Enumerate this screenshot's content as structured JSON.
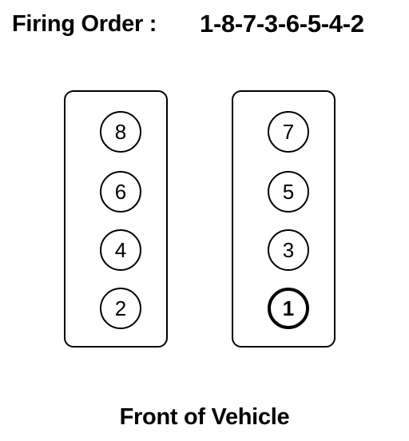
{
  "header": {
    "label": "Firing Order :",
    "sequence": "1-8-7-3-6-5-4-2"
  },
  "banks": {
    "left": {
      "cylinders": [
        {
          "number": "8",
          "emphasized": false
        },
        {
          "number": "6",
          "emphasized": false
        },
        {
          "number": "4",
          "emphasized": false
        },
        {
          "number": "2",
          "emphasized": false
        }
      ]
    },
    "right": {
      "cylinders": [
        {
          "number": "7",
          "emphasized": false
        },
        {
          "number": "5",
          "emphasized": false
        },
        {
          "number": "3",
          "emphasized": false
        },
        {
          "number": "1",
          "emphasized": true
        }
      ]
    }
  },
  "footer": {
    "label": "Front of Vehicle"
  }
}
